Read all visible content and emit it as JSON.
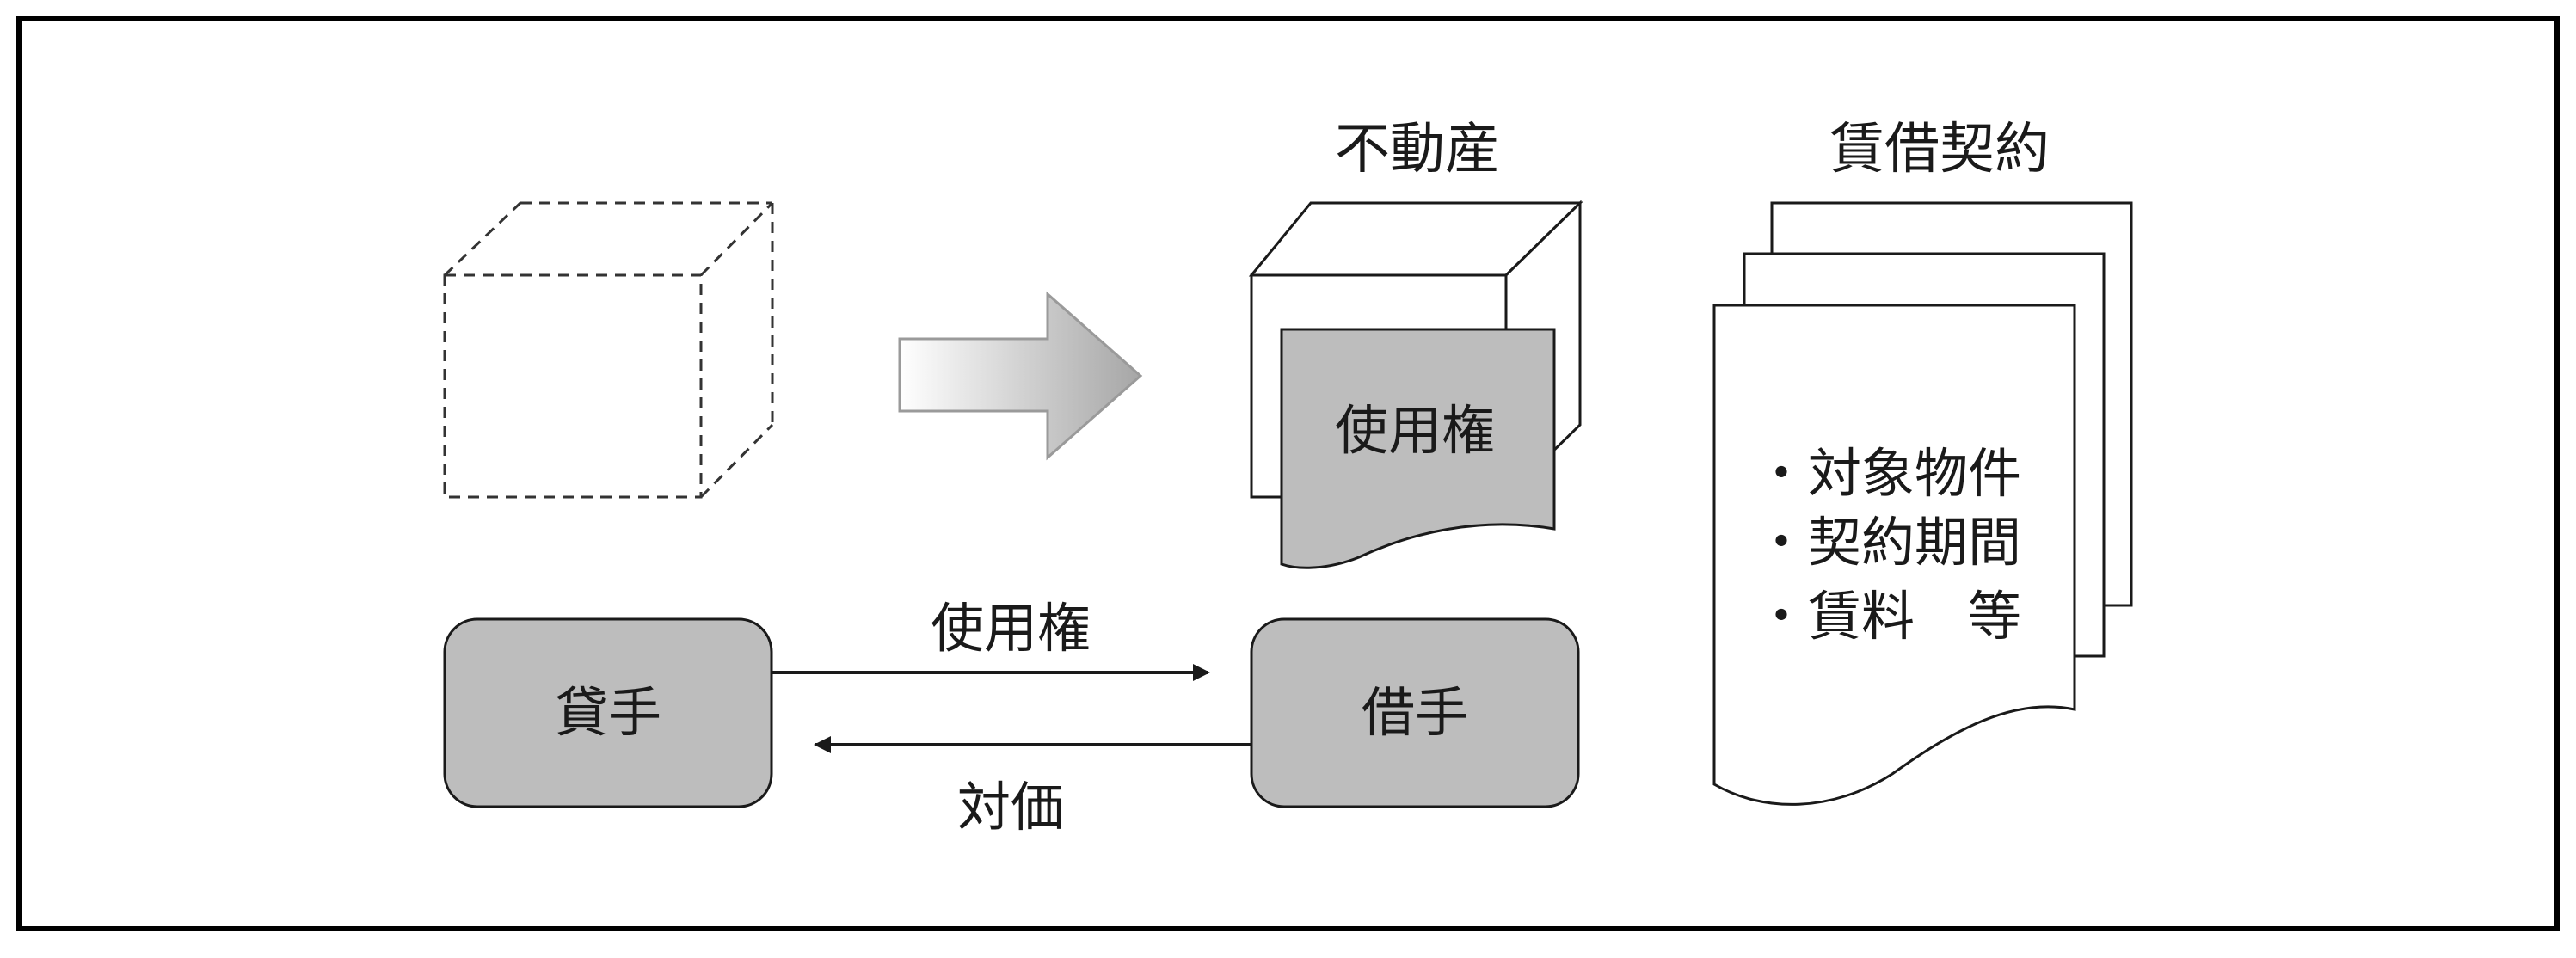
{
  "real_estate": {
    "title": "不動産",
    "usage_right_doc_label": "使用権"
  },
  "lease_contract": {
    "title": "賃借契約",
    "items": [
      "・対象物件",
      "・契約期間",
      "・賃料　等"
    ]
  },
  "parties": {
    "lender": "貸手",
    "borrower": "借手"
  },
  "flows": {
    "lender_to_borrower": "使用権",
    "borrower_to_lender": "対価"
  },
  "colors": {
    "box_fill": "#bdbdbd",
    "line": "#1a1a1a",
    "arrow_gradient_start": "#ffffff",
    "arrow_gradient_end": "#a6a6a6",
    "outer_border": "#000000"
  }
}
